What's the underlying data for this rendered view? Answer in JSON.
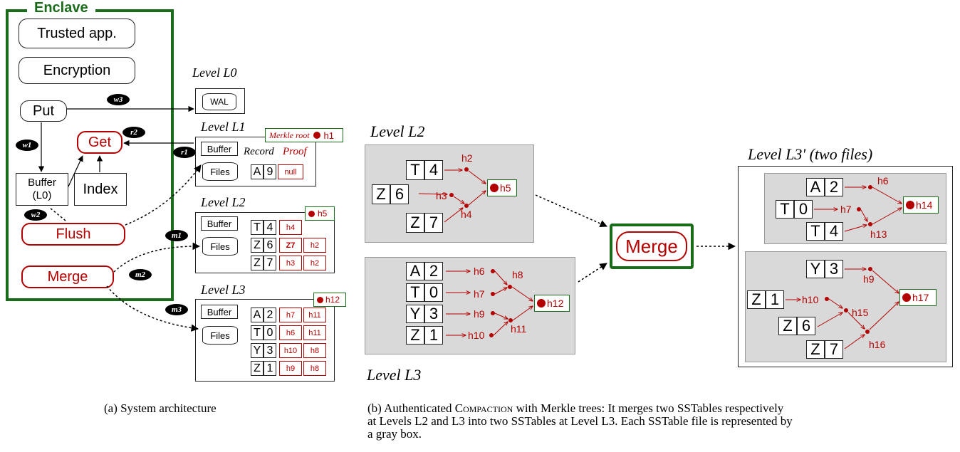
{
  "arch": {
    "enclave_title": "Enclave",
    "trusted_app": "Trusted app.",
    "encryption": "Encryption",
    "put": "Put",
    "get": "Get",
    "buffer_l0_line1": "Buffer",
    "buffer_l0_line2": "(L0)",
    "index": "Index",
    "flush": "Flush",
    "merge": "Merge",
    "tags": {
      "w1": "w1",
      "w2": "w2",
      "w3": "w3",
      "r1": "r1",
      "r2": "r2",
      "m1": "m1",
      "m2": "m2",
      "m3": "m3"
    },
    "level_l0": "Level L0",
    "wal": "WAL",
    "level_l1": "Level L1",
    "merkle_root": "Merkle root",
    "h1": "h1",
    "buffer": "Buffer",
    "files": "Files",
    "record": "Record",
    "proof": "Proof",
    "l1_row": [
      "A",
      "9",
      "null"
    ],
    "level_l2": "Level L2",
    "l2_root": "h5",
    "l2_rows": [
      [
        "T",
        "4",
        "h4"
      ],
      [
        "Z",
        "6",
        "Z7",
        "h2"
      ],
      [
        "Z",
        "7",
        "h3",
        "h2"
      ]
    ],
    "level_l3": "Level L3",
    "l3_root": "h12",
    "l3_rows": [
      [
        "A",
        "2",
        "h7",
        "h11"
      ],
      [
        "T",
        "0",
        "h6",
        "h11"
      ],
      [
        "Y",
        "3",
        "h10",
        "h8"
      ],
      [
        "Z",
        "1",
        "h9",
        "h8"
      ]
    ]
  },
  "compaction": {
    "level_l2": "Level L2",
    "level_l3": "Level L3",
    "level_l3p": "Level L3' (two files)",
    "merge": "Merge",
    "l2_records": [
      [
        "T",
        "4"
      ],
      [
        "Z",
        "6"
      ],
      [
        "Z",
        "7"
      ]
    ],
    "l2_hashes": {
      "h2": "h2",
      "h3": "h3",
      "h4": "h4",
      "h5": "h5"
    },
    "l3_records": [
      [
        "A",
        "2"
      ],
      [
        "T",
        "0"
      ],
      [
        "Y",
        "3"
      ],
      [
        "Z",
        "1"
      ]
    ],
    "l3_hashes": {
      "h6": "h6",
      "h7": "h7",
      "h8": "h8",
      "h9": "h9",
      "h10": "h10",
      "h11": "h11",
      "h12": "h12"
    },
    "out1_records": [
      [
        "A",
        "2"
      ],
      [
        "T",
        "0"
      ],
      [
        "T",
        "4"
      ]
    ],
    "out1_hashes": {
      "h6": "h6",
      "h7": "h7",
      "h13": "h13",
      "h14": "h14"
    },
    "out2_records": [
      [
        "Y",
        "3"
      ],
      [
        "Z",
        "1"
      ],
      [
        "Z",
        "6"
      ],
      [
        "Z",
        "7"
      ]
    ],
    "out2_hashes": {
      "h9": "h9",
      "h10": "h10",
      "h15": "h15",
      "h16": "h16",
      "h17": "h17"
    }
  },
  "captions": {
    "a": "(a) System architecture",
    "b_prefix": "(b) Authenticated ",
    "b_sc": "Compaction",
    "b_rest1": " with Merkle trees: It merges two SSTables respectively",
    "b_line2": "at Levels L2 and L3 into two SSTables at Level L3. Each SSTable file is represented by",
    "b_line3": "a gray box."
  },
  "colors": {
    "enclave_green": "#1a6b1a",
    "hash_red": "#b30000",
    "gray_box": "#d9d9d9"
  }
}
